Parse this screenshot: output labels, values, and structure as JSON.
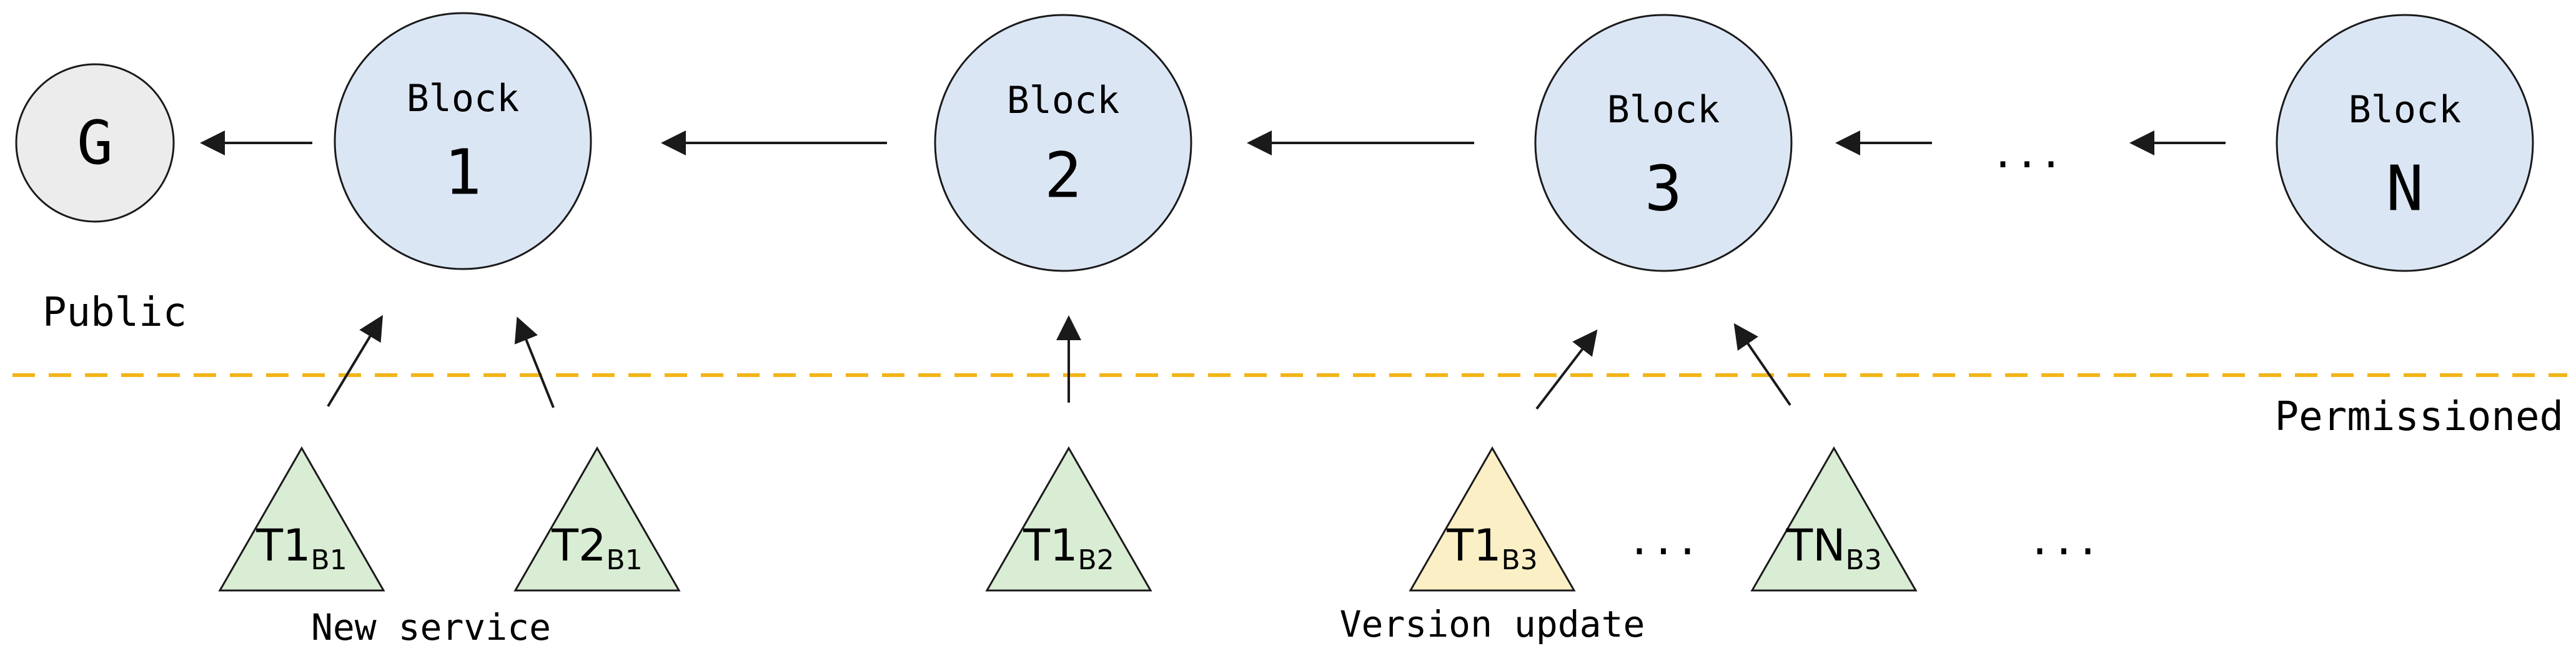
{
  "genesis": {
    "label": "G"
  },
  "blocks": [
    {
      "word": "Block",
      "number": "1"
    },
    {
      "word": "Block",
      "number": "2"
    },
    {
      "word": "Block",
      "number": "3"
    },
    {
      "word": "Block",
      "number": "N"
    }
  ],
  "chain_ellipsis": "...",
  "regions": {
    "public": "Public",
    "permissioned": "Permissioned"
  },
  "transactions": [
    {
      "main": "T1",
      "sub": "B1",
      "color": "#d9ecd4"
    },
    {
      "main": "T2",
      "sub": "B1",
      "color": "#d9ecd4"
    },
    {
      "main": "T1",
      "sub": "B2",
      "color": "#d9ecd4"
    },
    {
      "main": "T1",
      "sub": "B3",
      "color": "#fbefc6"
    },
    {
      "main": "TN",
      "sub": "B3",
      "color": "#d9ecd4"
    }
  ],
  "tx_ellipses": [
    "...",
    "..."
  ],
  "captions": {
    "new_service": "New service",
    "version_update": "Version update"
  },
  "colors": {
    "genesis_fill": "#ececec",
    "block_fill": "#dbe6f5",
    "divider": "#f2b61a",
    "stroke": "#1a1a1a"
  }
}
